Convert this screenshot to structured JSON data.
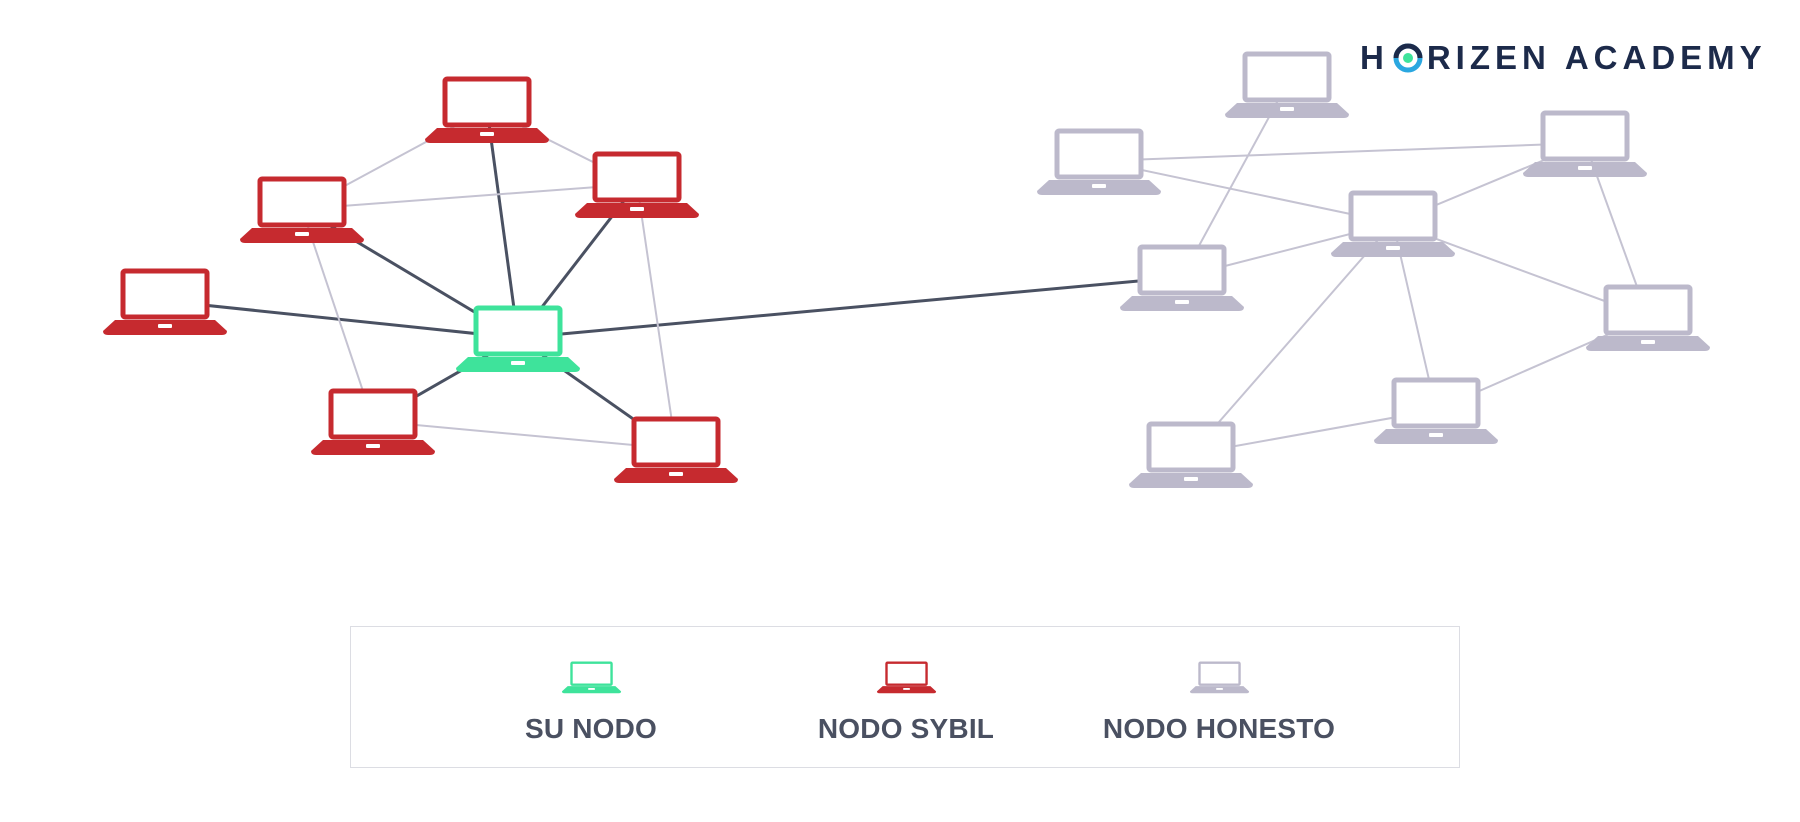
{
  "brand": {
    "part1": "H",
    "part2": "RIZEN",
    "part3": "ACADEMY",
    "colors": {
      "text": "#1c2a4a",
      "accent_blue": "#2aa7e0",
      "accent_green": "#3ee39b"
    }
  },
  "colors": {
    "your_node": "#3ee39b",
    "sybil_node": "#c62a2f",
    "honest_node": "#bcb9cb",
    "strong_edge": "#4a5162",
    "weak_edge": "#c5c3d2"
  },
  "nodes": [
    {
      "id": "your",
      "type": "your_node"
    },
    {
      "id": "s1",
      "type": "sybil_node"
    },
    {
      "id": "s2",
      "type": "sybil_node"
    },
    {
      "id": "s3",
      "type": "sybil_node"
    },
    {
      "id": "s4",
      "type": "sybil_node"
    },
    {
      "id": "s5",
      "type": "sybil_node"
    },
    {
      "id": "s6",
      "type": "sybil_node"
    },
    {
      "id": "h1",
      "type": "honest_node"
    },
    {
      "id": "h2",
      "type": "honest_node"
    },
    {
      "id": "h3",
      "type": "honest_node"
    },
    {
      "id": "h4",
      "type": "honest_node"
    },
    {
      "id": "h5",
      "type": "honest_node"
    },
    {
      "id": "h6",
      "type": "honest_node"
    },
    {
      "id": "h7",
      "type": "honest_node"
    },
    {
      "id": "h8",
      "type": "honest_node"
    }
  ],
  "edges": [
    {
      "from": "your",
      "to": "s1",
      "style": "strong"
    },
    {
      "from": "your",
      "to": "s2",
      "style": "strong"
    },
    {
      "from": "your",
      "to": "s3",
      "style": "strong"
    },
    {
      "from": "your",
      "to": "s4",
      "style": "strong"
    },
    {
      "from": "your",
      "to": "s5",
      "style": "strong"
    },
    {
      "from": "your",
      "to": "s6",
      "style": "strong"
    },
    {
      "from": "your",
      "to": "h3",
      "style": "strong"
    },
    {
      "from": "s1",
      "to": "s2",
      "style": "weak"
    },
    {
      "from": "s1",
      "to": "s3",
      "style": "weak"
    },
    {
      "from": "s2",
      "to": "s3",
      "style": "weak"
    },
    {
      "from": "s2",
      "to": "s5",
      "style": "weak"
    },
    {
      "from": "s3",
      "to": "s6",
      "style": "weak"
    },
    {
      "from": "s5",
      "to": "s6",
      "style": "weak"
    },
    {
      "from": "h1",
      "to": "h4",
      "style": "weak"
    },
    {
      "from": "h1",
      "to": "h5",
      "style": "weak"
    },
    {
      "from": "h2",
      "to": "h3",
      "style": "weak"
    },
    {
      "from": "h3",
      "to": "h4",
      "style": "weak"
    },
    {
      "from": "h4",
      "to": "h5",
      "style": "weak"
    },
    {
      "from": "h4",
      "to": "h6",
      "style": "weak"
    },
    {
      "from": "h4",
      "to": "h7",
      "style": "weak"
    },
    {
      "from": "h4",
      "to": "h8",
      "style": "weak"
    },
    {
      "from": "h5",
      "to": "h6",
      "style": "weak"
    },
    {
      "from": "h6",
      "to": "h7",
      "style": "weak"
    },
    {
      "from": "h7",
      "to": "h8",
      "style": "weak"
    }
  ],
  "legend": [
    {
      "type": "your_node",
      "label": "SU NODO"
    },
    {
      "type": "sybil_node",
      "label": "NODO SYBIL"
    },
    {
      "type": "honest_node",
      "label": "NODO HONESTO"
    }
  ]
}
